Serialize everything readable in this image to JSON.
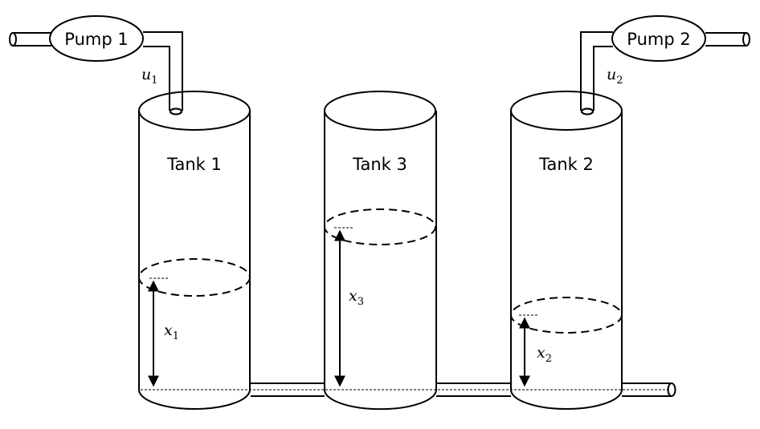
{
  "pumps": [
    {
      "id": "pump-1",
      "label": "Pump 1",
      "flow_symbol": "u",
      "flow_sub": "1"
    },
    {
      "id": "pump-2",
      "label": "Pump 2",
      "flow_symbol": "u",
      "flow_sub": "2"
    }
  ],
  "tanks": [
    {
      "id": "tank-1",
      "label": "Tank 1",
      "level_symbol": "x",
      "level_sub": "1"
    },
    {
      "id": "tank-3",
      "label": "Tank 3",
      "level_symbol": "x",
      "level_sub": "3"
    },
    {
      "id": "tank-2",
      "label": "Tank 2",
      "level_symbol": "x",
      "level_sub": "2"
    }
  ]
}
